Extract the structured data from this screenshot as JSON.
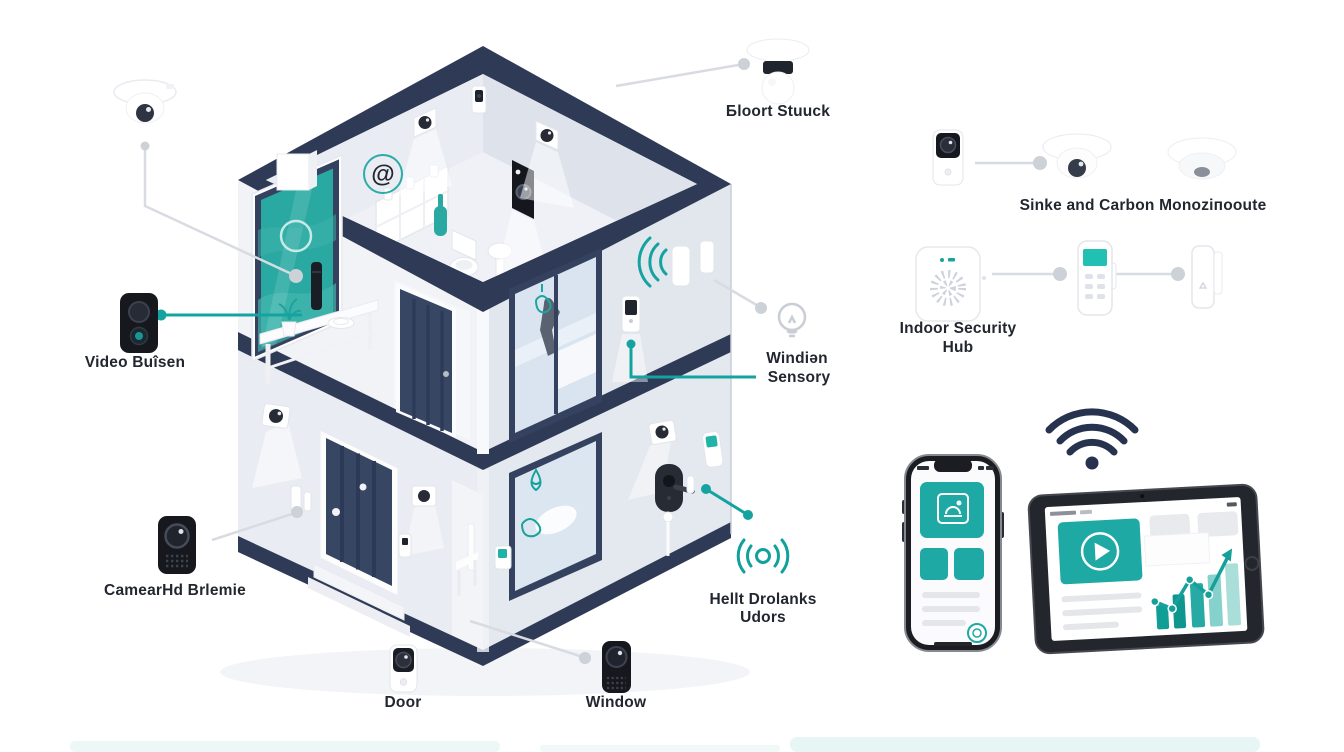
{
  "colors": {
    "teal": "#17a49e",
    "teal_window": "#2aa9a2",
    "navy": "#2e3a56",
    "door_navy": "#374662",
    "wall_light": "#e9ecf2",
    "wall_dark": "#e2e6ed",
    "glass": "#d9e4f0",
    "line_gray": "#d8dbe1",
    "text": "#22262f"
  },
  "annotations": {
    "bloort": "Бloort Stuuck",
    "smoke_co": "Sinke and Carbon Monoziпooute",
    "hub_line1": "Indoor Security",
    "hub_line2": "Hub",
    "video_doorbell": "Video Buîsen",
    "window_sensor_line1": "Windiən",
    "window_sensor_line2": "Sensory",
    "camera_hd": "CamearHd Brlemie",
    "health_line1": "Hellt Drolanks",
    "health_line2": "Udors",
    "door": "Door",
    "window": "Window"
  },
  "house": {
    "at_symbol": "@"
  },
  "icons": {
    "ceiling_dome_camera": "dome-camera-icon",
    "bloort_device": "ceiling-bulb-camera-icon",
    "video_doorbell_black": "video-doorbell-icon",
    "camera_hd_device": "security-camera-icon",
    "door_device": "video-doorbell-icon",
    "window_device": "window-camera-icon",
    "smoke_detector": "smoke-detector-icon",
    "security_hub": "security-hub-icon",
    "keypad_remote": "keypad-remote-icon",
    "contact_sensor": "contact-sensor-icon",
    "lightbulb": "lightbulb-outline-icon",
    "motion_signal": "radio-signal-icon",
    "wifi": "wifi-icon",
    "smartphone": "smartphone-app-icon",
    "tablet": "tablet-dashboard-icon"
  }
}
